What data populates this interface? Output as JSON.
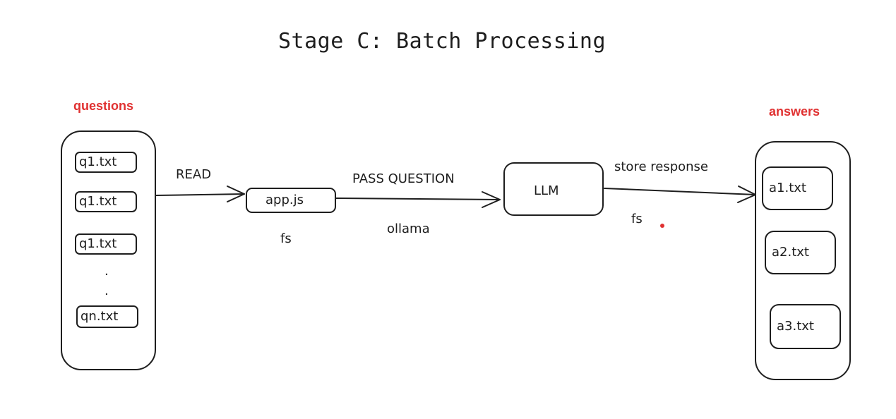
{
  "title": "Stage C: Batch Processing",
  "colors": {
    "stroke": "#1e1e1e",
    "accent": "#e03131",
    "background": "#ffffff"
  },
  "questions": {
    "label": "questions",
    "files": [
      "q1.txt",
      "q1.txt",
      "q1.txt",
      "qn.txt"
    ],
    "ellipsis": ".",
    "ellipsis_2": "."
  },
  "answers": {
    "label": "answers",
    "files": [
      "a1.txt",
      "a2.txt",
      "a3.txt"
    ]
  },
  "nodes": {
    "app": "app.js",
    "llm": "LLM"
  },
  "edges": {
    "read": "READ",
    "pass_question": "PASS QUESTION",
    "store_response": "store response"
  },
  "annotations": {
    "fs_app": "fs",
    "ollama": "ollama",
    "fs_llm": "fs"
  }
}
